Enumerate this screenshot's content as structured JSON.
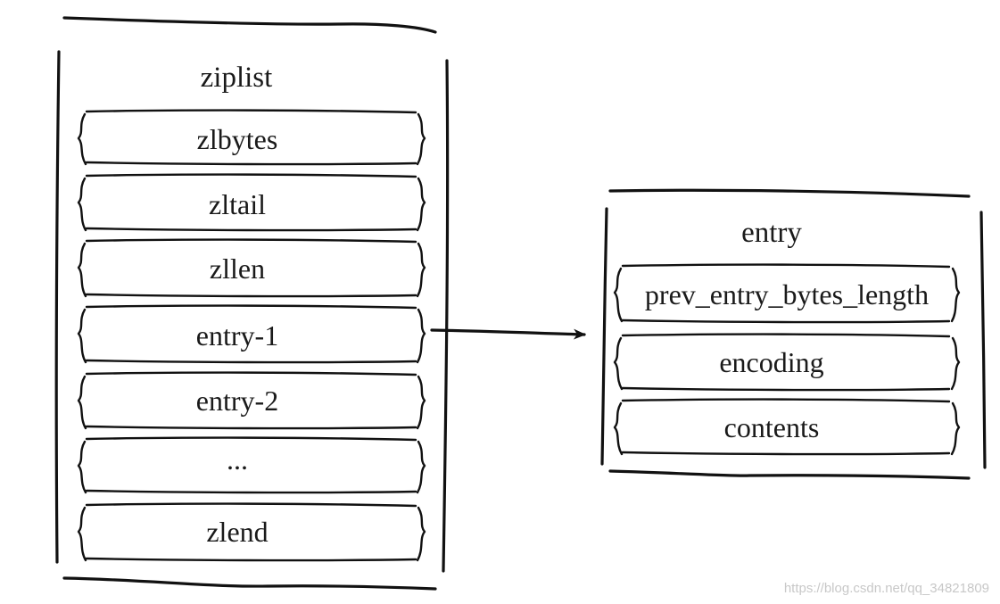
{
  "ziplist": {
    "title": "ziplist",
    "fields": [
      "zlbytes",
      "zltail",
      "zllen",
      "entry-1",
      "entry-2",
      "...",
      "zlend"
    ]
  },
  "entry": {
    "title": "entry",
    "fields": [
      "prev_entry_bytes_length",
      "encoding",
      "contents"
    ]
  },
  "arrow": {
    "from": "entry-1",
    "to": "entry"
  },
  "watermark": "https://blog.csdn.net/qq_34821809"
}
